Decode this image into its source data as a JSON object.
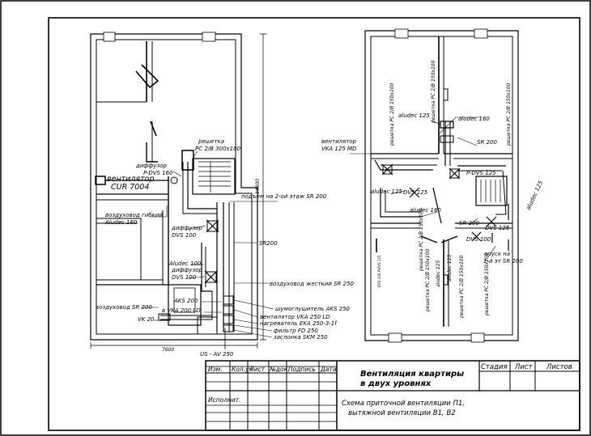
{
  "left_plan": {
    "labels": {
      "reshetka": "решетка",
      "rc_300": "PC 2/B 300x100",
      "diffuzor_1": "диффузор",
      "p_dvs": "P-DVS 160",
      "ventilyator_title": "вентилятор",
      "cur": "CUR 7004",
      "dim_14800": "14800",
      "podem": "подъем на 2-ой этаж SR 200",
      "vozduhovod_gibkiy": "воздуховод гибкий",
      "aludec_160_l": "Aludec 160",
      "diffuzor_2": "диффузор",
      "dvs_100_a": "DVS 100",
      "sr200": "SR200",
      "aludec_100": "Aludec 100",
      "diffuzor_3": "диффузор",
      "dvs_100_b": "DVS 100",
      "vozduhovod_zhestkiy": "воздуховод жесткий SR 250",
      "aks_200": "AKS 200",
      "vozduhovod_sr200": "воздуховод SR 200",
      "vka_200": "в VKA 200 LD",
      "vk_20": "VK 20",
      "shumoglushitel": "шумоглушитель AKS 250",
      "ventilyator_vka": "вентилятор VKA 250 LD",
      "nagrevatel": "нагреватель EKA 250-3-1f",
      "filtr": "фильтр FD 250",
      "zaslonka": "заслонка SKM 250",
      "dim_7600": "7600",
      "us_av": "US - AV 250"
    }
  },
  "right_plan": {
    "labels": {
      "resh_150_a": "решетка PC 2/B 150x100",
      "resh_150_b": "решетка PC 2/B 150x100",
      "resh_150_c": "решетка PC 2/B 150x100",
      "aludec_125_a": "aludec 125",
      "aludec_160_a": "aludec 160",
      "ventilyator_title": "вентилятор",
      "vka_125": "VKA 125 MD",
      "sr_200_a": "SR 200",
      "p_dvs_125": "P-DVS 125",
      "aludec_125_b": "aludec 125",
      "dvs_125_a": "DVS 125",
      "aludec_125_c": "aludec 125",
      "aludec_160_b": "aludec 160",
      "sr_200_b": "SR 200",
      "dvs_125_b": "DVS 125",
      "dvs_100": "DVS 100",
      "opusk": "опуск на",
      "opusk2": "1-й эт SR 200",
      "resh_150_d": "решетка PC 2/B 150x100",
      "resh_150_e": "решетка PC 2/B 150x100",
      "aludec_125_d": "aludec 125",
      "aludec_125_e": "aludec 125",
      "resh_150_f": "решетка PC 2/B 150x100",
      "resh_150_g": "решетка PC 2/B 150x100",
      "tiny_note": "DVS 100 P-DVS 125"
    }
  },
  "title_block": {
    "headers": [
      "Изм.",
      "Кол.уч",
      "Лист",
      "№док.",
      "Подпись",
      "Дата"
    ],
    "ispolnit": "Исполнит.",
    "title_line1": "Вентиляция квартиры",
    "title_line2": "в двух уровнях",
    "stadiya": "Стадия",
    "list": "Лист",
    "listov": "Листов",
    "desc_line1": "Схема приточной вентиляции П1,",
    "desc_line2": "вытяжной вентиляции В1, В2"
  }
}
